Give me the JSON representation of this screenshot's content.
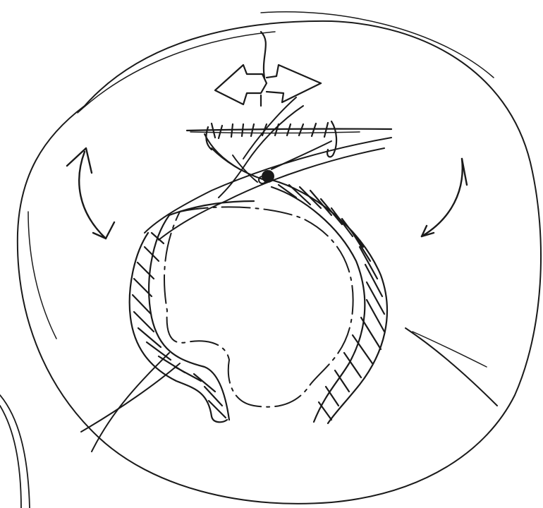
{
  "sketch": {
    "background": "#ffffff",
    "ink": "#1a1a1a",
    "elements": [
      "outer-circle-boundary",
      "neighbor-circle-fragment",
      "hatched-c-shaped-band",
      "dashed-inner-contour",
      "crossing-diagonal-lines",
      "hatched-bar",
      "double-headed-arrow-icon",
      "curved-left-arrow-icon",
      "curved-right-arrow-icon",
      "pivot-point"
    ]
  }
}
